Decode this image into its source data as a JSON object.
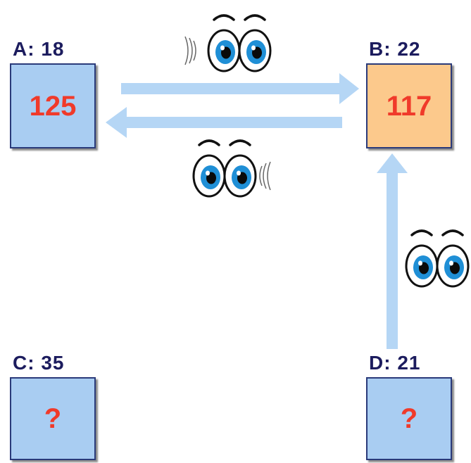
{
  "colors": {
    "box_default": "#a9cdf2",
    "box_highlight": "#fcc98c",
    "box_border": "#2a3a7a",
    "value_text": "#f03a2a",
    "label_text": "#1c1c5e",
    "arrow": "#b5d6f5",
    "eye_iris": "#1f8fd6"
  },
  "nodes": {
    "a": {
      "label": "A: 18",
      "value": "125"
    },
    "b": {
      "label": "B: 22",
      "value": "117"
    },
    "c": {
      "label": "C: 35",
      "value": "?"
    },
    "d": {
      "label": "D: 21",
      "value": "?"
    }
  },
  "edges": [
    {
      "from": "A",
      "to": "B"
    },
    {
      "from": "B",
      "to": "A"
    },
    {
      "from": "D",
      "to": "B"
    }
  ],
  "decorations": [
    "eyes-icon",
    "eyes-icon",
    "eyes-icon"
  ]
}
